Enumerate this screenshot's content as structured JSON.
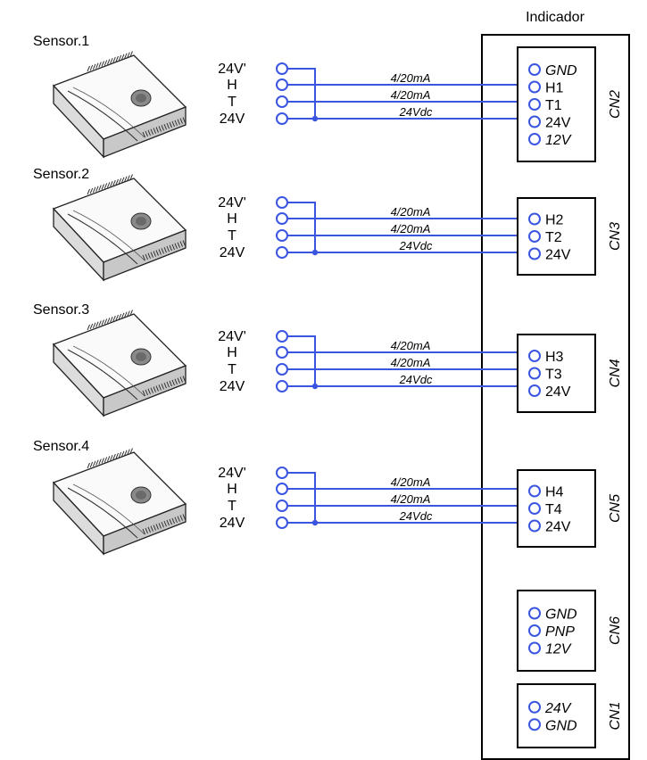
{
  "indicator": {
    "title": "Indicador"
  },
  "sensor_pins": [
    "24V'",
    "H",
    "T",
    "24V"
  ],
  "wire_signals": [
    "4/20mA",
    "4/20mA",
    "24Vdc"
  ],
  "colors": {
    "wire": "#3a56e0",
    "line": "#000000",
    "sensor_body": "#f4f4f4"
  },
  "sensors": [
    {
      "name": "Sensor.1"
    },
    {
      "name": "Sensor.2"
    },
    {
      "name": "Sensor.3"
    },
    {
      "name": "Sensor.4"
    }
  ],
  "connectors": [
    {
      "name": "CN2",
      "pins": [
        {
          "label": "GND",
          "italic": true,
          "wired": false
        },
        {
          "label": "H1",
          "italic": false,
          "wired": true
        },
        {
          "label": "T1",
          "italic": false,
          "wired": true
        },
        {
          "label": "24V",
          "italic": false,
          "wired": true
        },
        {
          "label": "12V",
          "italic": true,
          "wired": false
        }
      ]
    },
    {
      "name": "CN3",
      "pins": [
        {
          "label": "H2",
          "italic": false,
          "wired": true
        },
        {
          "label": "T2",
          "italic": false,
          "wired": true
        },
        {
          "label": "24V",
          "italic": false,
          "wired": true
        }
      ]
    },
    {
      "name": "CN4",
      "pins": [
        {
          "label": "H3",
          "italic": false,
          "wired": true
        },
        {
          "label": "T3",
          "italic": false,
          "wired": true
        },
        {
          "label": "24V",
          "italic": false,
          "wired": true
        }
      ]
    },
    {
      "name": "CN5",
      "pins": [
        {
          "label": "H4",
          "italic": false,
          "wired": true
        },
        {
          "label": "T4",
          "italic": false,
          "wired": true
        },
        {
          "label": "24V",
          "italic": false,
          "wired": true
        }
      ]
    },
    {
      "name": "CN6",
      "pins": [
        {
          "label": "GND",
          "italic": true,
          "wired": false
        },
        {
          "label": "PNP",
          "italic": true,
          "wired": false
        },
        {
          "label": "12V",
          "italic": true,
          "wired": false
        }
      ]
    },
    {
      "name": "CN1",
      "pins": [
        {
          "label": "24V",
          "italic": true,
          "wired": false
        },
        {
          "label": "GND",
          "italic": true,
          "wired": false
        }
      ]
    }
  ]
}
